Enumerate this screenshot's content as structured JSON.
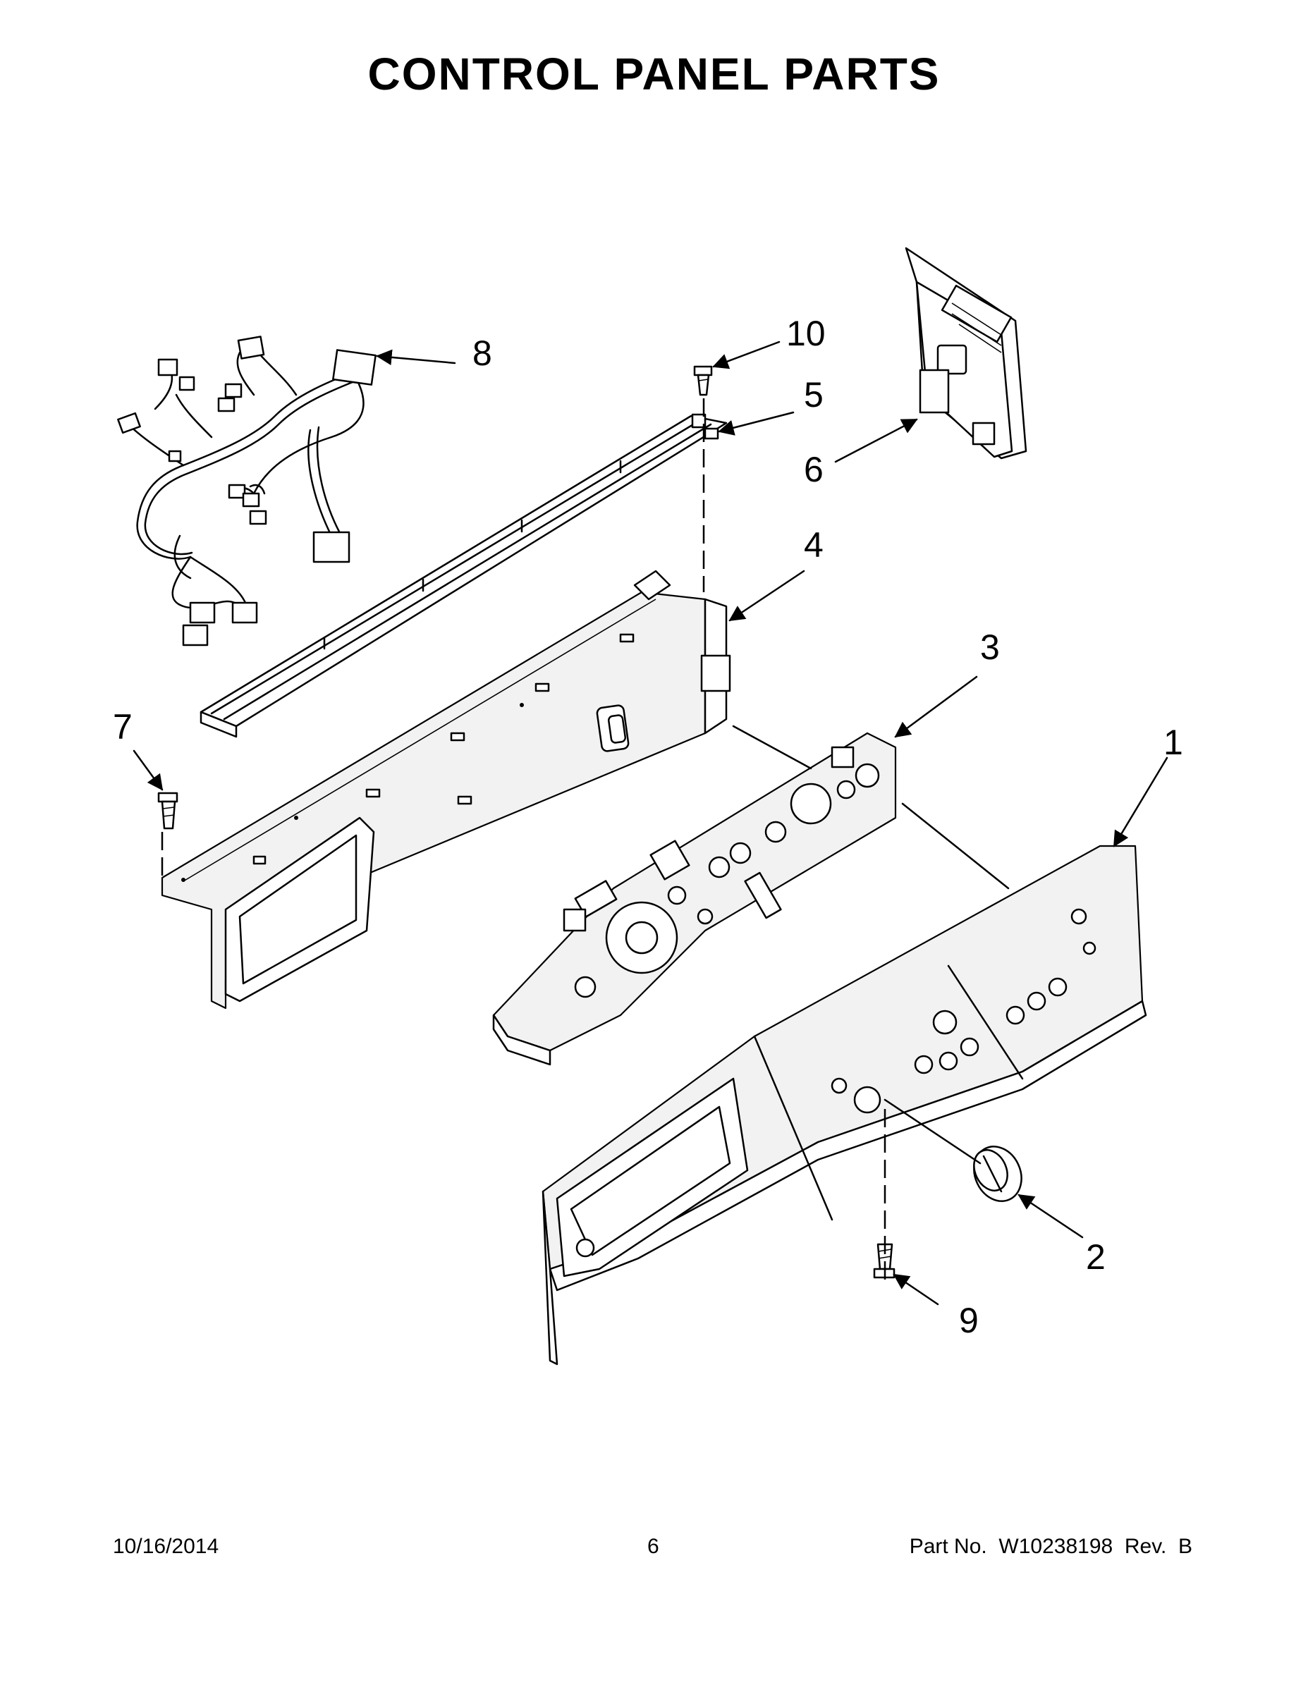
{
  "title": "CONTROL PANEL PARTS",
  "callouts": {
    "p1": "1",
    "p2": "2",
    "p3": "3",
    "p4": "4",
    "p5": "5",
    "p6": "6",
    "p7": "7",
    "p8": "8",
    "p9": "9",
    "p10": "10"
  },
  "footer": {
    "date": "10/16/2014",
    "page": "6",
    "part_no": "Part No.  W10238198  Rev.  B"
  }
}
